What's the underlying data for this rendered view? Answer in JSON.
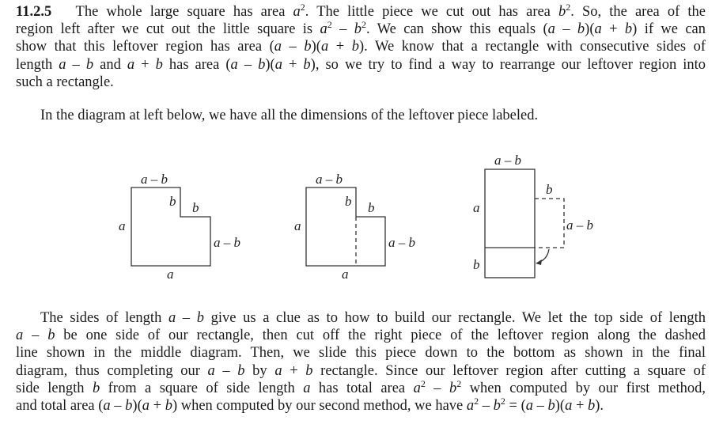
{
  "problem_number": "11.2.5",
  "paragraph1_lines": [
    "The whole large square has area *a*^2. The little piece we cut out has area *b*^2. So, the area of the",
    "region left after we cut out the little square is *a*^2 – *b*^2. We can show this equals (*a* – *b*)(*a* + *b*) if we can",
    "show that this leftover region has area (*a* – *b*)(*a* + *b*). We know that a rectangle with consecutive sides of",
    "length *a* – *b* and *a* + *b* has area (*a* – *b*)(*a* + *b*), so we try to find a way to rearrange our leftover region into",
    "such a rectangle."
  ],
  "paragraph2_lines": [
    "In the diagram at left below, we have all the dimensions of the leftover piece labeled."
  ],
  "diagrams": {
    "left": {
      "top": "a – b",
      "notch_vertical": "b",
      "notch_horizontal": "b",
      "left": "a",
      "right": "a – b",
      "bottom": "a"
    },
    "middle": {
      "top": "a – b",
      "notch_vertical": "b",
      "notch_horizontal": "b",
      "left": "a",
      "right": "a – b",
      "bottom": "a"
    },
    "right": {
      "top": "a – b",
      "left_upper": "a",
      "left_lower": "b",
      "dashed_top": "b",
      "dashed_right": "a – b"
    }
  },
  "paragraph3_lines": [
    "The sides of length *a* – *b* give us a clue as to how to build our rectangle. We let the top side of length",
    "*a* – *b* be one side of our rectangle, then cut off the right piece of the leftover region along the dashed",
    "line shown in the middle diagram. Then, we slide this piece down to the bottom as shown in the final",
    "diagram, thus completing our *a* – *b* by *a* + *b* rectangle. Since our leftover region after cutting a square of",
    "side length *b* from a square of side length *a* has total area *a*^2 – *b*^2 when computed by our first method,",
    "and total area (*a* – *b*)(*a* + *b*) when computed by our second method, we have *a*^2 – *b*^2 = (*a* – *b*)(*a* + *b*)."
  ]
}
